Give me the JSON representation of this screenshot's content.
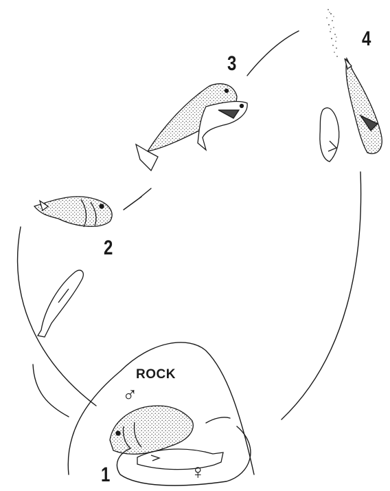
{
  "labels": {
    "rock": "ROCK",
    "male_symbol": "♂",
    "female_symbol": "♀"
  },
  "steps": [
    {
      "number": "1"
    },
    {
      "number": "2"
    },
    {
      "number": "3"
    },
    {
      "number": "4"
    }
  ],
  "colors": {
    "ink": "#1a1a1a",
    "stipple": "#555555",
    "background": "#ffffff"
  }
}
